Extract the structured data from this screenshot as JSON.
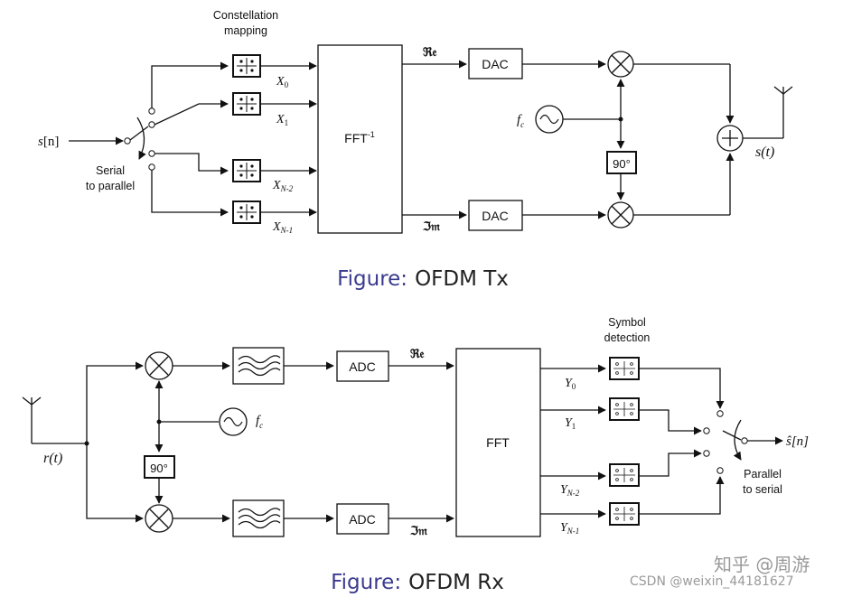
{
  "colors": {
    "caption_word": "#3b3b8f",
    "caption_text": "#222222",
    "watermark": "#9a9a9a",
    "ink": "#111111"
  },
  "tx": {
    "constellation_line1": "Constellation",
    "constellation_line2": "mapping",
    "input_base": "s",
    "input_index": "[n]",
    "serial_line1": "Serial",
    "serial_line2": "to parallel",
    "x0_base": "X",
    "x0_sub": "0",
    "x1_base": "X",
    "x1_sub": "1",
    "xn2_base": "X",
    "xn2_sub": "N-2",
    "xn1_base": "X",
    "xn1_sub": "N-1",
    "ifft_base": "FFT",
    "ifft_sup": "-1",
    "re": "ℜ𝔢",
    "im": "ℑ𝔪",
    "dac1": "DAC",
    "dac2": "DAC",
    "fc_base": "f",
    "fc_sub": "c",
    "phase": "90°",
    "output": "s(t)",
    "caption_word": "Figure:",
    "caption_text": "OFDM Tx"
  },
  "rx": {
    "input": "r(t)",
    "fc_base": "f",
    "fc_sub": "c",
    "phase": "90°",
    "adc1": "ADC",
    "adc2": "ADC",
    "re": "ℜ𝔢",
    "im": "ℑ𝔪",
    "fft": "FFT",
    "symbol_line1": "Symbol",
    "symbol_line2": "detection",
    "y0_base": "Y",
    "y0_sub": "0",
    "y1_base": "Y",
    "y1_sub": "1",
    "yn2_base": "Y",
    "yn2_sub": "N-2",
    "yn1_base": "Y",
    "yn1_sub": "N-1",
    "output": "ŝ[n]",
    "parallel_line1": "Parallel",
    "parallel_line2": "to serial",
    "caption_word": "Figure:",
    "caption_text": "OFDM Rx"
  },
  "watermark": {
    "zhihu": "知乎 @周游",
    "csdn": "CSDN @weixin_44181627"
  }
}
